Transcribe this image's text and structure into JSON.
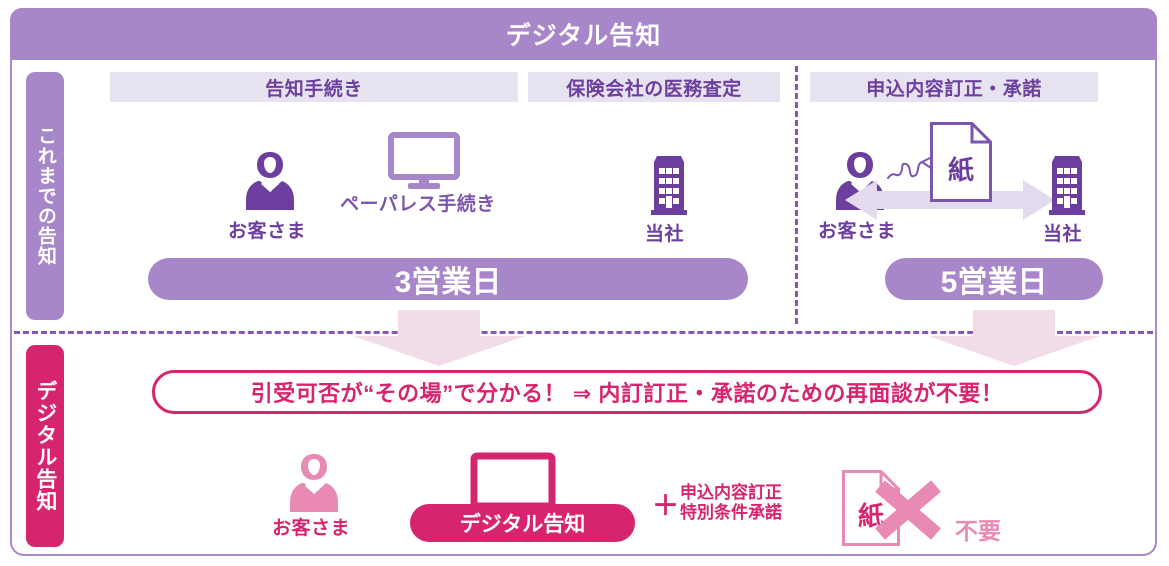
{
  "header": {
    "title": "デジタル告知"
  },
  "side_tabs": {
    "old": "これまでの告知",
    "new": "デジタル告知"
  },
  "column_headers": [
    {
      "label": "告知手続き"
    },
    {
      "label": "保険会社の医務査定"
    },
    {
      "label": "申込内容訂正・承諾"
    }
  ],
  "old_flow": {
    "customer_left_label": "お客さま",
    "paperless_label": "ペーパレス手続き",
    "company_label": "当社",
    "customer_right_label": "お客さま",
    "company_right_label": "当社",
    "paper_label": "紙",
    "pill_left": "3営業日",
    "pill_right": "5営業日"
  },
  "callout": {
    "text": "引受可否が“その場”で分かる！ ⇒ 内訂訂正・承諾のための再面談が不要！"
  },
  "new_flow": {
    "customer_label": "お客さま",
    "digital_pill": "デジタル告知",
    "plus_sign": "＋",
    "plus_line1": "申込内容訂正",
    "plus_line2": "特別条件承諾",
    "paper_label": "紙",
    "unnecessary_label": "不要"
  },
  "icons": {
    "person": "person-icon",
    "monitor": "monitor-icon",
    "building": "building-icon",
    "document": "document-icon",
    "signature": "signature-scribble-icon",
    "double_arrow": "double-headed-arrow-icon",
    "down_arrow": "down-arrow-icon",
    "cross": "cross-mark-icon"
  },
  "colors": {
    "purple_header": "#a786ca",
    "purple_dark": "#6c3f9e",
    "purple_mid": "#7c55ad",
    "chip_bg": "#e6e2f0",
    "magenta": "#d6246e",
    "pink_light": "#e98ab4",
    "arrow_pink": "#f5dbe8"
  }
}
